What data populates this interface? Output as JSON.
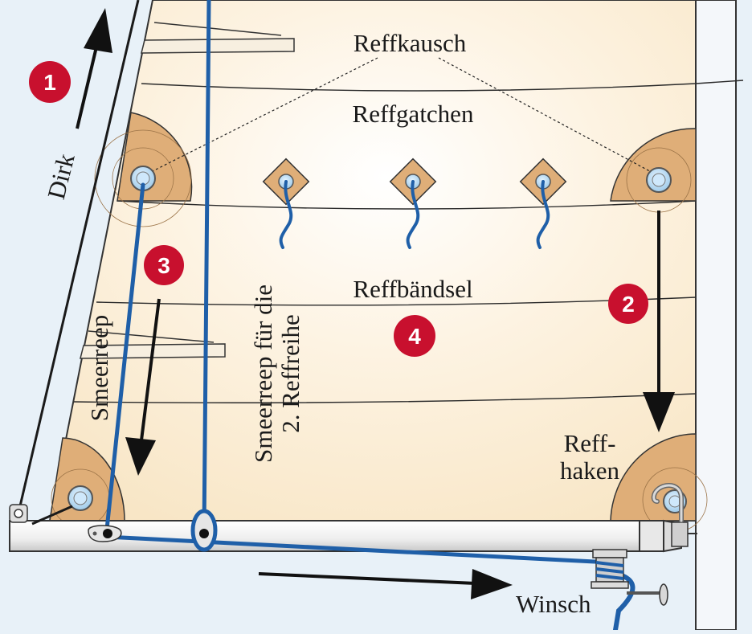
{
  "labels": {
    "reffkausch": "Reffkausch",
    "reffgatchen": "Reffgatchen",
    "reffbaendsel": "Reffbändsel",
    "dirk": "Dirk",
    "smeerreep": "Smeerreep",
    "smeerreep_2_line1": "Smeerreep für die",
    "smeerreep_2_line2": "2. Reffreihe",
    "reffhaken_line1": "Reff-",
    "reffhaken_line2": "haken",
    "winsch": "Winsch"
  },
  "steps": [
    "1",
    "2",
    "3",
    "4"
  ],
  "colors": {
    "background": "#e8f1f8",
    "sail": "#fbecd2",
    "sail_center": "#ffffff",
    "reinforcement": "#dfae78",
    "line_blue": "#1f5fa8",
    "step_badge": "#c8102e",
    "boom": "#f2f2f2",
    "mast": "#f4f7fa"
  },
  "icons": [
    "arrow-up-icon",
    "arrow-down-icon",
    "arrow-right-icon",
    "winch-icon",
    "reef-hook-icon",
    "eyelet-icon"
  ]
}
